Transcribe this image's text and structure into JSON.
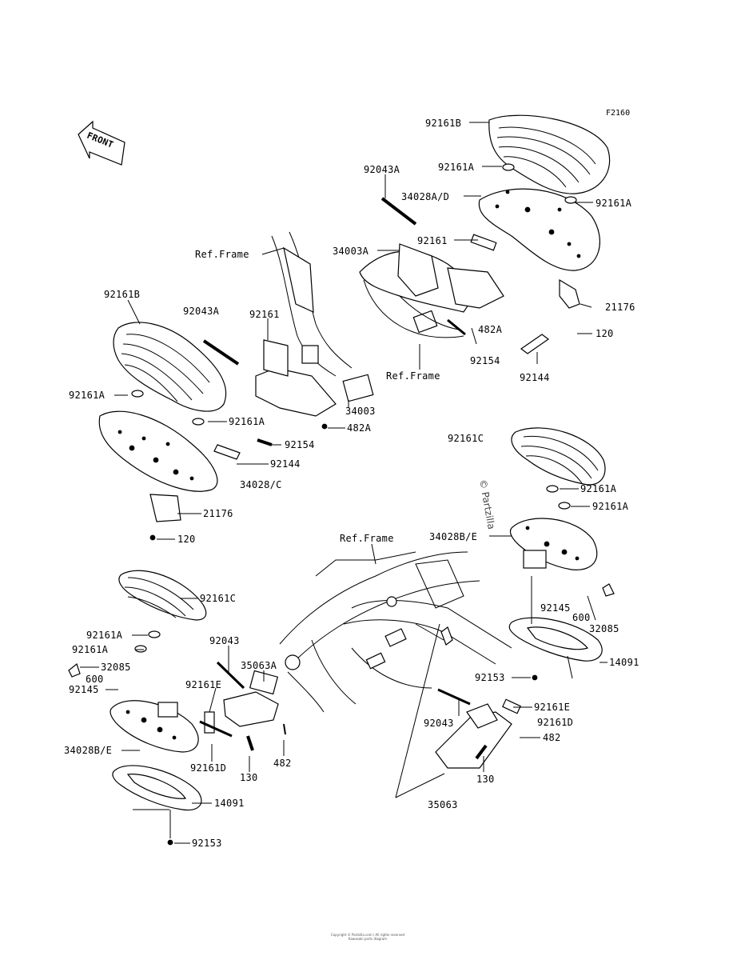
{
  "figure_code": "F2160",
  "watermark": "© Partzilla",
  "front_arrow_label": "FRONT",
  "footer_lines": [
    "Copyright © Partzilla.com / All rights reserved",
    "Kawasaki parts diagram"
  ],
  "labels": {
    "l01": "92161B",
    "l02": "92161A",
    "l03": "92043A",
    "l04": "34028A/D",
    "l05": "92161A",
    "l06": "92161",
    "l07": "34003A",
    "l08": "Ref.Frame",
    "l09": "21176",
    "l10": "120",
    "l11": "482A",
    "l12": "92154",
    "l13": "92144",
    "l14": "Ref.Frame",
    "l15": "92161B",
    "l16": "92043A",
    "l17": "92161",
    "l18": "92161A",
    "l19": "92161A",
    "l20": "34003",
    "l21": "482A",
    "l22": "92154",
    "l23": "92144",
    "l24": "34028/C",
    "l25": "21176",
    "l26": "120",
    "l27": "92161C",
    "l28": "92161A",
    "l29": "92161A",
    "l30": "34028B/E",
    "l31": "Ref.Frame",
    "l32": "92145",
    "l33": "600",
    "l34": "32085",
    "l35": "14091",
    "l36": "92153",
    "l37": "92161C",
    "l38": "92161A",
    "l39": "92161A",
    "l40": "32085",
    "l41": "600",
    "l42": "92145",
    "l43": "92043",
    "l44": "35063A",
    "l45": "92161E",
    "l46": "34028B/E",
    "l47": "92161D",
    "l48": "130",
    "l49": "482",
    "l50": "14091",
    "l51": "92153",
    "l52": "92161E",
    "l53": "92043",
    "l54": "92161D",
    "l55": "482",
    "l56": "130",
    "l57": "35063"
  }
}
